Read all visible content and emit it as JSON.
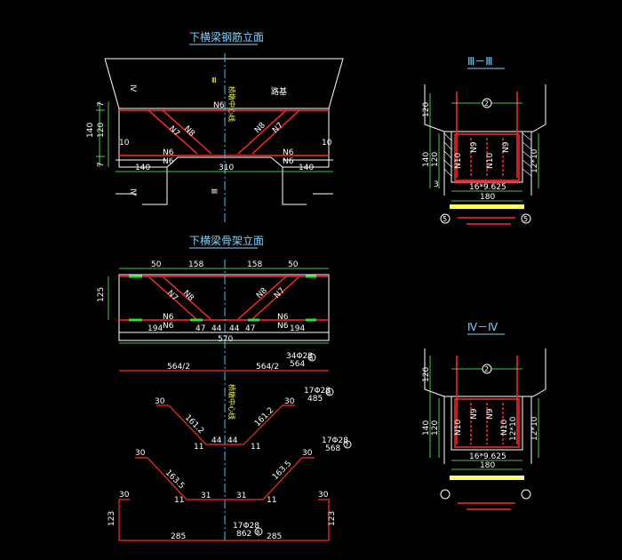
{
  "titles": {
    "main_rebar": "下横梁钢筋立面",
    "strand": "下横梁骨架立面",
    "section3": "Ⅲ－Ⅲ",
    "section4": "Ⅳ－Ⅳ"
  },
  "labels": {
    "bridge_center": "桥墩中心线",
    "n1_text": "路基",
    "n6": "N6",
    "n7": "N7",
    "n8": "N8",
    "n9": "N9",
    "n10": "N10",
    "iii": "Ⅲ",
    "iv": "Ⅳ",
    "iii_bottom": "Ⅲ",
    "iv_bottom": "Ⅳ"
  },
  "dims_top": {
    "d140a": "140",
    "d310": "310",
    "d140b": "140",
    "d10a": "10",
    "d10b": "10",
    "d140v": "140",
    "d120v": "120",
    "d7a": "7",
    "d7b": "7"
  },
  "dims_mid": {
    "d50a": "50",
    "d158a": "158",
    "d158b": "158",
    "d50b": "50",
    "d125": "125",
    "d194a": "194",
    "d47a": "47",
    "d44a": "44",
    "d44b": "44",
    "d47b": "47",
    "d194b": "194",
    "d570": "570"
  },
  "bars": {
    "b1_left": "564/2",
    "b1_right": "564/2",
    "b1_spec": "34Φ28",
    "b1_len": "564",
    "b1_no": "6",
    "b2_30a": "30",
    "b2_30b": "30",
    "b2_1612a": "161.2",
    "b2_1612b": "161.2",
    "b2_44a": "44",
    "b2_44b": "44",
    "b2_11a": "11",
    "b2_11b": "11",
    "b2_spec": "17Φ28",
    "b2_len": "485",
    "b2_no": "8",
    "b3_30a": "30",
    "b3_30b": "30",
    "b3_1635a": "163.5",
    "b3_1635b": "163.5",
    "b3_31a": "31",
    "b3_31b": "31",
    "b3_11a": "11",
    "b3_11b": "11",
    "b3_spec": "17Φ28",
    "b3_len": "568",
    "b3_no": "7",
    "b4_30a": "30",
    "b4_30b": "30",
    "b4_123a": "123",
    "b4_123b": "123",
    "b4_285a": "285",
    "b4_285b": "285",
    "b4_spec": "17Φ28",
    "b4_len": "862",
    "b4_no": "8"
  },
  "section3": {
    "d120": "120",
    "d140": "140",
    "d120b": "120",
    "d12x10": "12*10",
    "d16x9625": "16*9.625",
    "d180": "180",
    "circle2": "2",
    "circle5a": "5",
    "circle5b": "5",
    "n10a": "N10",
    "n10b": "N10",
    "n9a": "N9",
    "n9b": "N9",
    "d3": "3"
  },
  "section4": {
    "d120": "120",
    "d140": "140",
    "d120b": "120",
    "d12x10": "12*10",
    "d12x10b": "12*10",
    "d16x9625": "16*9.625",
    "d180": "180",
    "circle2": "2",
    "n10a": "N10",
    "n9a": "N9",
    "n9b": "N9",
    "n10b": "N10"
  },
  "colors": {
    "background": "#000000",
    "title": "#7fd3ff",
    "outline": "#ffffff",
    "rebar": "#ff2a2a",
    "centerline": "#33ccff",
    "dim": "#ffff66",
    "dimline": "#66ff66"
  }
}
